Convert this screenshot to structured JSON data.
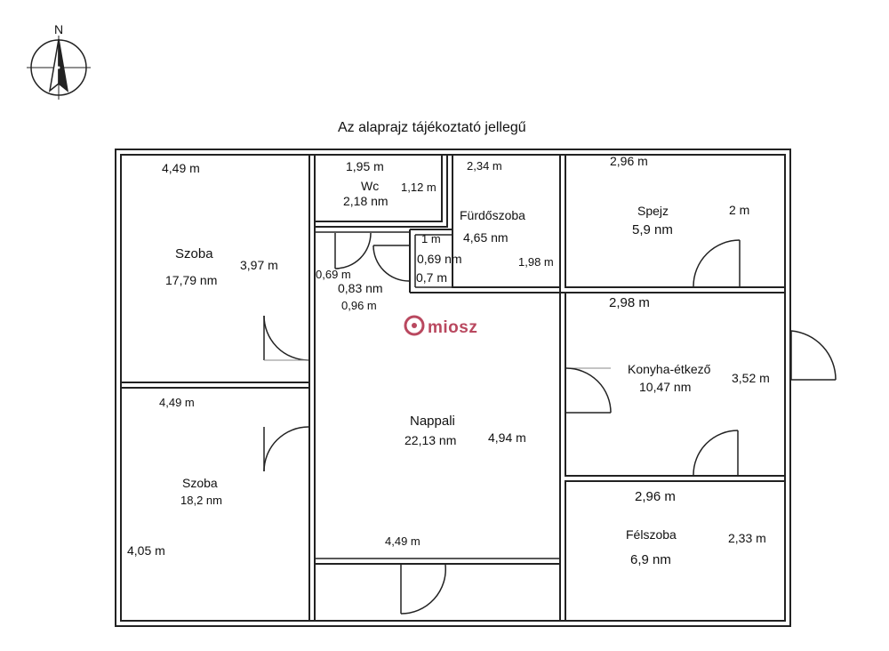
{
  "title": "Az alaprajz tájékoztató jellegű",
  "compass": {
    "north_label": "N",
    "icon": "north-arrow-icon"
  },
  "watermark": {
    "text": "miosz",
    "color": "#b9485f"
  },
  "rooms": {
    "szoba_top": {
      "name": "Szoba",
      "area": "17,79 nm",
      "width": "4,49 m",
      "depth": "3,97 m"
    },
    "wc": {
      "name": "Wc",
      "area": "2,18 nm",
      "width": "1,95 m",
      "depth": "1,12 m"
    },
    "furdoszoba": {
      "name": "Fürdőszoba",
      "area": "4,65 nm",
      "width": "2,34 m",
      "depth": "1,98 m",
      "small_width": "1 m"
    },
    "spejz": {
      "name": "Spejz",
      "area": "5,9 nm",
      "width": "2,96 m",
      "depth": "2 m"
    },
    "hall": {
      "dim_a": "0,69 m",
      "dim_b": "0,69 nm",
      "dim_c": "0,7 m",
      "area": "0,83 nm",
      "dim_d": "0,96 m"
    },
    "konyha": {
      "name": "Konyha-étkező",
      "area": "10,47 nm",
      "width": "2,98 m",
      "depth": "3,52 m"
    },
    "nappali": {
      "name": "Nappali",
      "area": "22,13 nm",
      "width": "4,49 m",
      "depth": "4,94 m"
    },
    "szoba_bottom": {
      "name": "Szoba",
      "area": "18,2 nm",
      "width": "4,49 m",
      "depth": "4,05 m"
    },
    "felszoba": {
      "name": "Félszoba",
      "area": "6,9 nm",
      "width": "2,96 m",
      "depth": "2,33 m"
    }
  }
}
